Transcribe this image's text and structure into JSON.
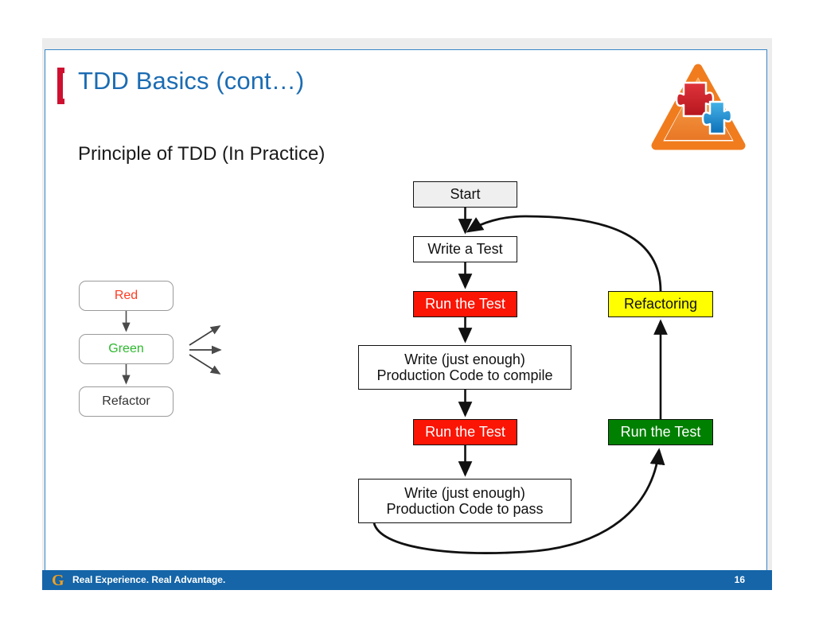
{
  "slide": {
    "title": "TDD Basics (cont…)",
    "subtitle": "Principle of TDD (In Practice)",
    "title_color": "#1b6cb3",
    "bracket_color": "#ce1030",
    "border_color": "#3a86c8"
  },
  "logo": {
    "name": "puzzle-triangle-logo",
    "triangle_color": "#f07c1e",
    "red_piece_color": "#cf2027",
    "blue_piece_color": "#1a8bd0"
  },
  "mini_diagram": {
    "items": [
      {
        "label": "Red",
        "color": "#ff3b22"
      },
      {
        "label": "Green",
        "color": "#2eb82e"
      },
      {
        "label": "Refactor",
        "color": "#333333"
      }
    ],
    "fan_arrows": 3
  },
  "flowchart": {
    "nodes": [
      {
        "id": "start",
        "label": "Start",
        "fill": "#efefef",
        "text_color": "#111111"
      },
      {
        "id": "write_test",
        "label": "Write a Test",
        "fill": "#ffffff",
        "text_color": "#111111"
      },
      {
        "id": "run_test_1",
        "label": "Run the Test",
        "fill": "#fa1505",
        "text_color": "#ffffff"
      },
      {
        "id": "compile",
        "label": "Write (just enough)\nProduction Code to compile",
        "fill": "#ffffff",
        "text_color": "#111111"
      },
      {
        "id": "run_test_2",
        "label": "Run the Test",
        "fill": "#fa1505",
        "text_color": "#ffffff"
      },
      {
        "id": "pass",
        "label": "Write (just enough)\nProduction Code to pass",
        "fill": "#ffffff",
        "text_color": "#111111"
      },
      {
        "id": "refactoring",
        "label": "Refactoring",
        "fill": "#ffff00",
        "text_color": "#111111"
      },
      {
        "id": "run_test_3",
        "label": "Run the Test",
        "fill": "#008000",
        "text_color": "#ffffff"
      }
    ],
    "node_labels": {
      "start": "Start",
      "write_test": "Write a Test",
      "run_test_1": "Run the Test",
      "compile_line1": "Write (just enough)",
      "compile_line2": "Production Code to compile",
      "run_test_2": "Run the Test",
      "pass_line1": "Write (just enough)",
      "pass_line2": "Production Code to pass",
      "refactoring": "Refactoring",
      "run_test_3": "Run the Test"
    }
  },
  "footer": {
    "logo_letter": "G",
    "tagline": "Real Experience. Real Advantage.",
    "page_number": "16",
    "bar_color": "#1565a8",
    "logo_color": "#f5a01e"
  }
}
